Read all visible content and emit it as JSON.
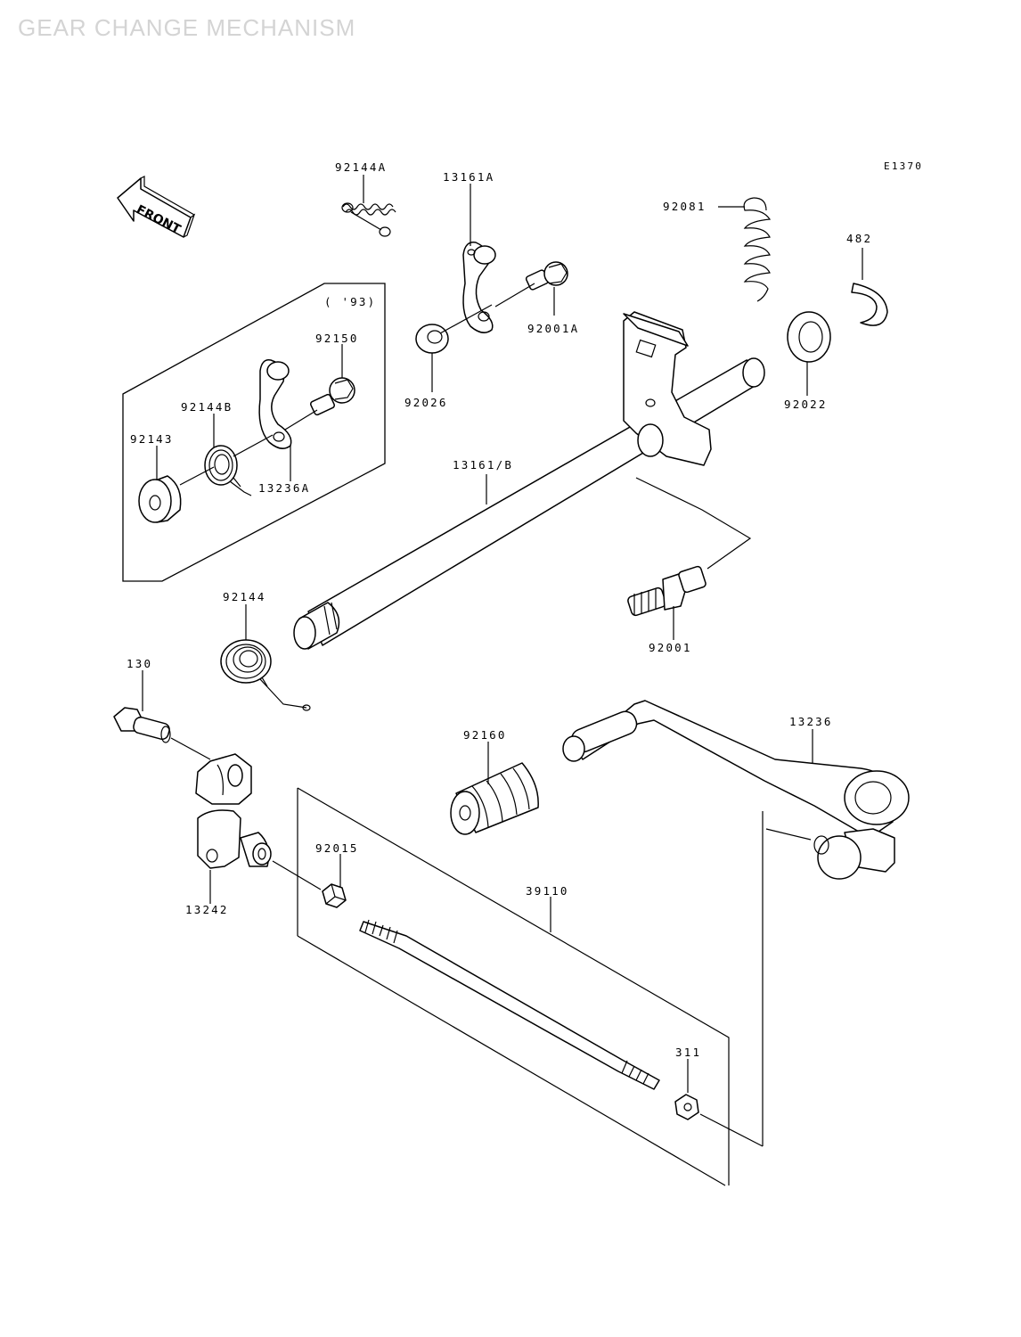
{
  "title": "GEAR CHANGE MECHANISM",
  "diagram_code": "E1370",
  "front_label": "FRONT",
  "inset_note": "( '93)",
  "parts": {
    "p92144A": "92144A",
    "p13161A": "13161A",
    "p92081": "92081",
    "p482": "482",
    "p92001A": "92001A",
    "p92026": "92026",
    "p92022": "92022",
    "p92150": "92150",
    "p92144B": "92144B",
    "p92143": "92143",
    "p13236A": "13236A",
    "p13161B": "13161/B",
    "p92144": "92144",
    "p92001": "92001",
    "p130": "130",
    "p13236": "13236",
    "p92160": "92160",
    "p92015": "92015",
    "p39110": "39110",
    "p13242": "13242",
    "p311": "311"
  }
}
